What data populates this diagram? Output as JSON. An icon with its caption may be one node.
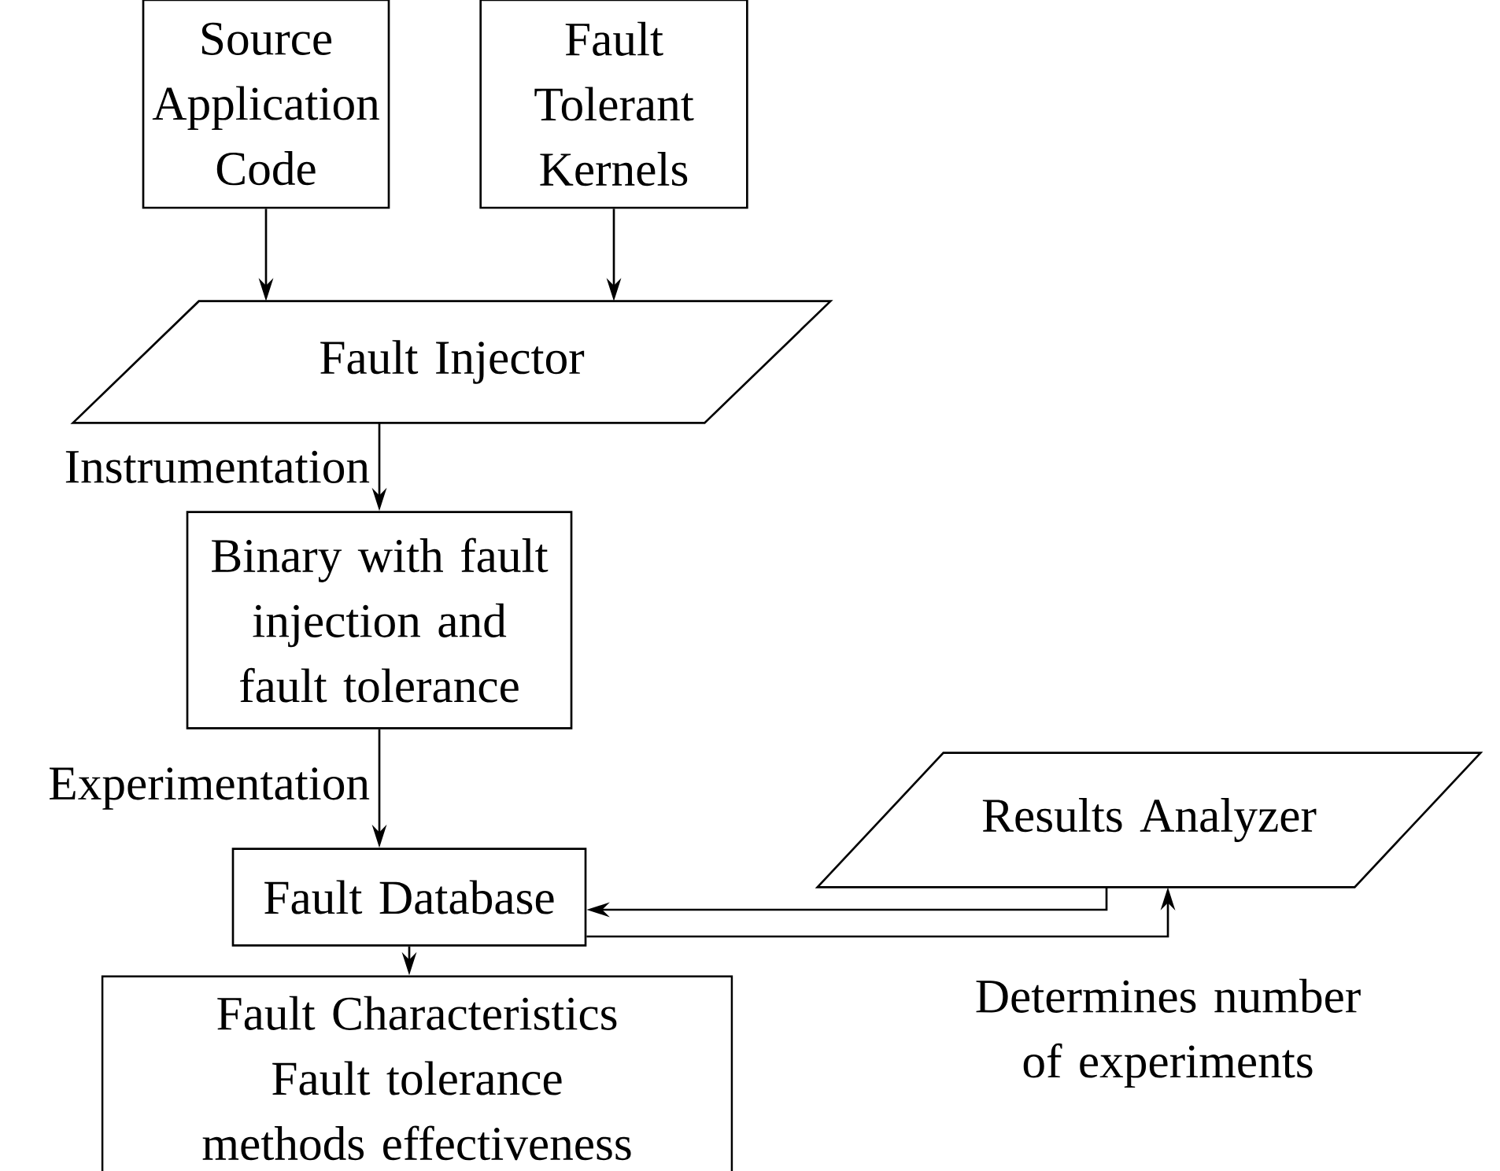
{
  "diagram": {
    "nodes": [
      {
        "text": [
          "Source Application Code"
        ]
      },
      {
        "text": [
          "Fault Tolerant Kernels"
        ]
      },
      {
        "text": [
          "Fault Injector"
        ]
      },
      {
        "text": [
          "Binary with fault injection and fault tolerance"
        ]
      },
      {
        "text": [
          "Results Analyzer"
        ]
      },
      {
        "text": [
          "Fault Database"
        ]
      },
      {
        "text": [
          "Fault Characteristics",
          "Fault tolerance methods effectiveness"
        ]
      }
    ],
    "edges": [
      {
        "from": 0,
        "to": 2,
        "arrow": "to"
      },
      {
        "from": 1,
        "to": 2,
        "arrow": "to"
      },
      {
        "from": 2,
        "to": 3,
        "arrow": "to",
        "label": "Instrumentation"
      },
      {
        "from": 3,
        "to": 5,
        "arrow": "to",
        "label": "Experimentation"
      },
      {
        "from": 5,
        "to": 6,
        "arrow": "to"
      },
      {
        "from": 4,
        "to": 5,
        "arrow": "to"
      },
      {
        "from": 5,
        "to": 4,
        "arrow": "to",
        "label": "Determines number of experiments"
      }
    ]
  }
}
